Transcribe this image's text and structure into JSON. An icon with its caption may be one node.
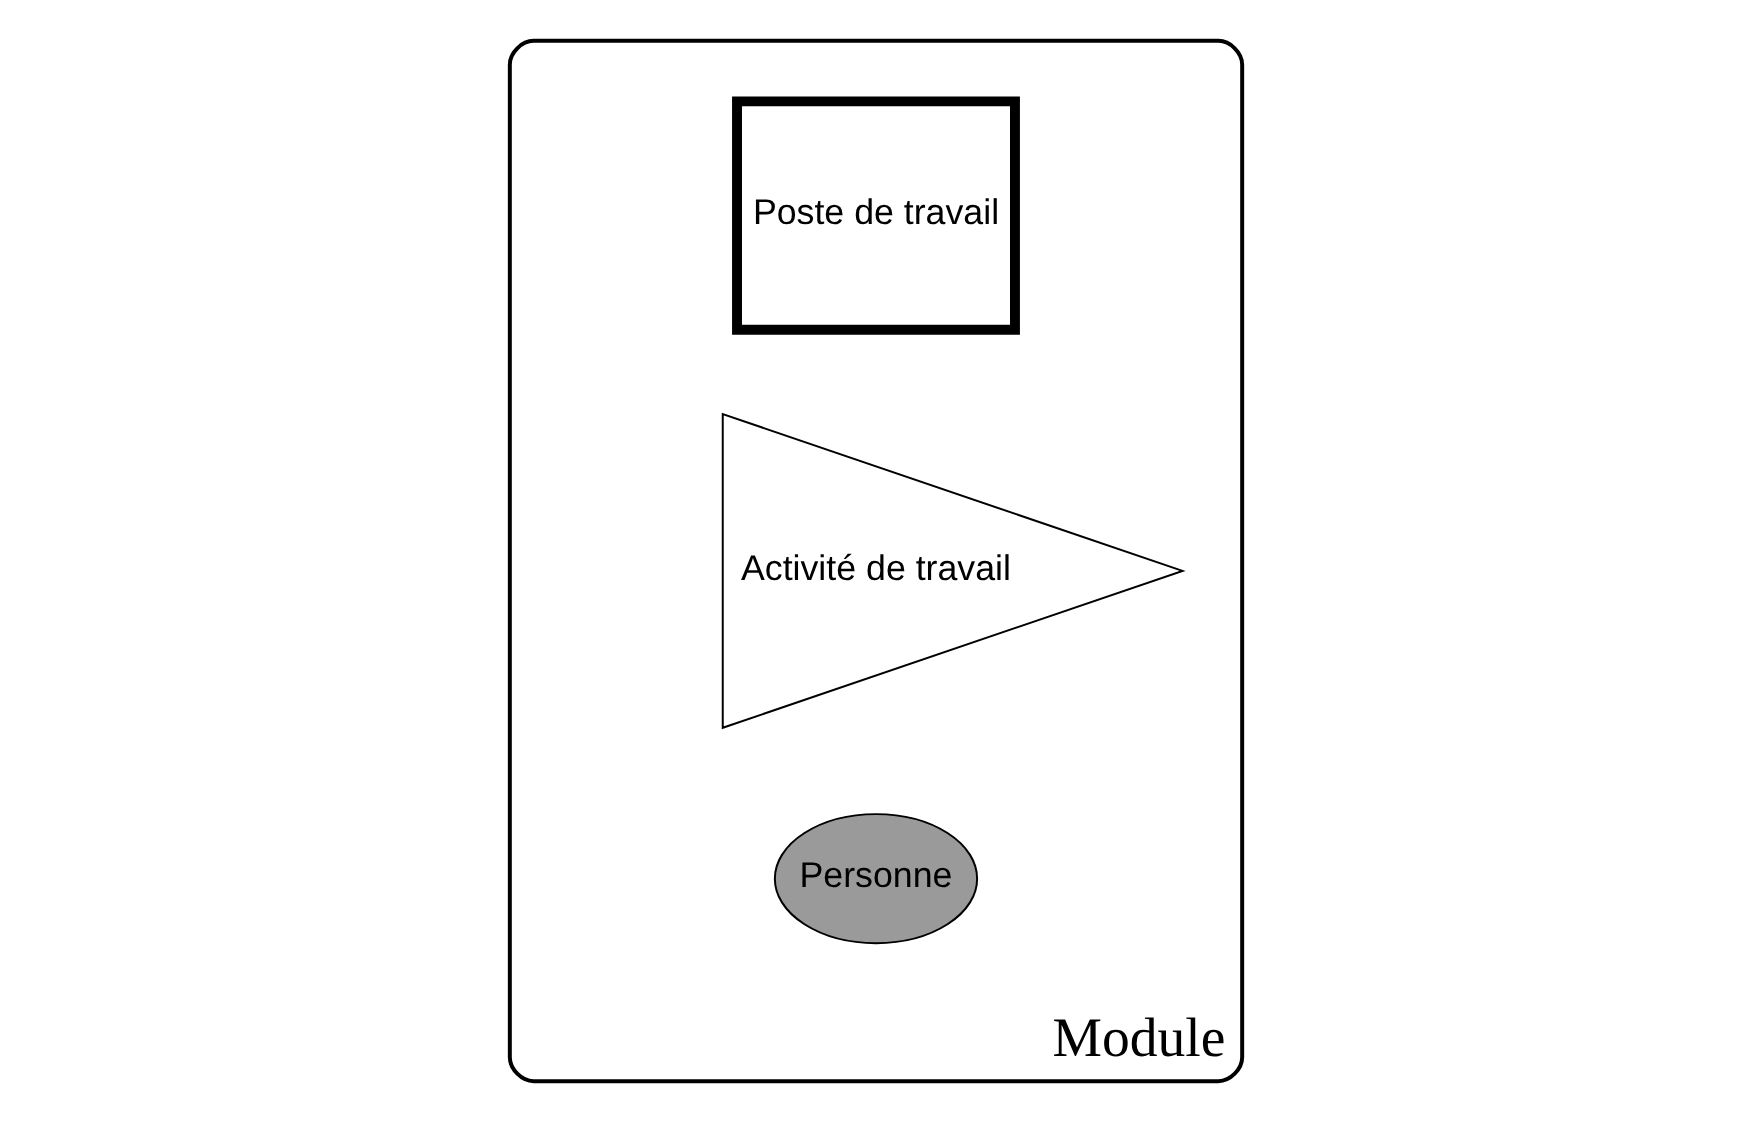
{
  "diagram": {
    "nodes": [
      {
        "text": [
          "Module"
        ]
      },
      {
        "text": [
          "Poste de travail"
        ],
        "in": 0
      },
      {
        "text": [
          "Activité de travail"
        ],
        "in": 0
      },
      {
        "text": [
          "Personne"
        ],
        "in": 0
      }
    ]
  }
}
